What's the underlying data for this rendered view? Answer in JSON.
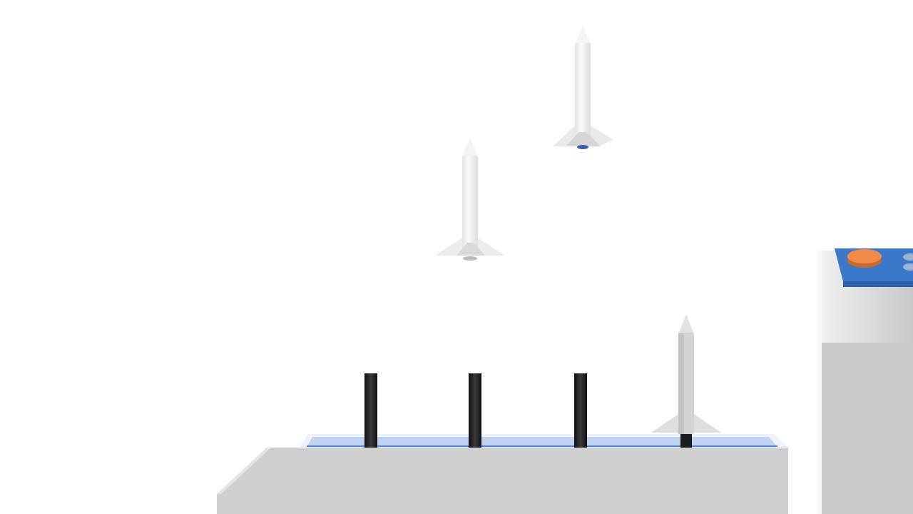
{
  "scene": {
    "colors": {
      "background": "#ffffff",
      "rocket_body": "#f2f2f2",
      "rocket_shade": "#d8d8d8",
      "tray": "#cdcdcd",
      "tray_water": "#b9cdec",
      "launch_post": "#1c1c1e",
      "control_panel": "#3b78c9",
      "launch_button": "#f08a4b",
      "machine_body": "#e6e6e6"
    },
    "rockets_in_flight": 2,
    "rockets_on_pad": 1,
    "empty_launch_posts": 3
  }
}
